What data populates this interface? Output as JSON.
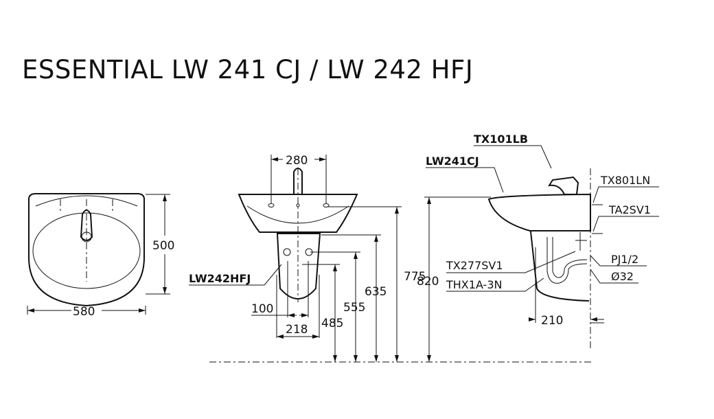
{
  "title": "ESSENTIAL LW 241 CJ / LW 242 HFJ",
  "top_view": {
    "width": "580",
    "depth": "500"
  },
  "front_view": {
    "tap_spacing": "280",
    "pedestal_label": "LW242HFJ",
    "inner_width": "100",
    "pedestal_width": "218",
    "heights": [
      "775",
      "635",
      "555",
      "485"
    ]
  },
  "side_view": {
    "height": "820",
    "projection": "210",
    "parts": {
      "faucet": "TX101LB",
      "basin": "LW241CJ",
      "bolt": "TX801LN",
      "hanger": "TA2SV1",
      "stop_valve": "TX277SV1",
      "trap": "THX1A-3N",
      "pipe_thread": "PJ1/2",
      "drain": "Ø32"
    }
  }
}
